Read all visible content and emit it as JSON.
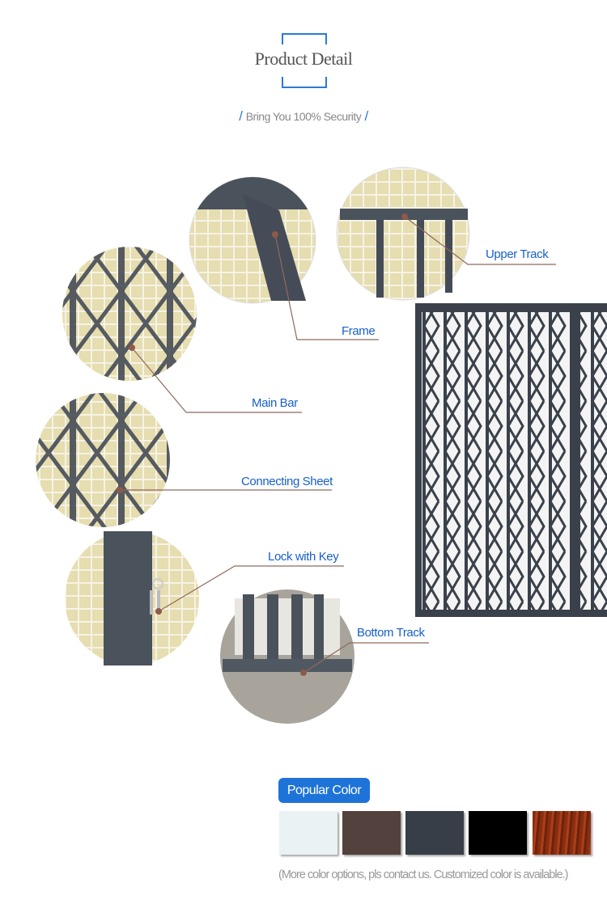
{
  "header": {
    "title": "Product Detail",
    "subtitle": "Bring You 100% Security",
    "accent": "#2a7ad6"
  },
  "callouts": [
    {
      "label": "Upper Track"
    },
    {
      "label": "Frame"
    },
    {
      "label": "Main Bar"
    },
    {
      "label": "Connecting Sheet"
    },
    {
      "label": "Lock with Key"
    },
    {
      "label": "Bottom Track"
    }
  ],
  "colors": {
    "title": "Popular Color",
    "swatches": [
      {
        "name": "white",
        "hex": "#eaf2f4"
      },
      {
        "name": "brown",
        "hex": "#52413d"
      },
      {
        "name": "dark-grey",
        "hex": "#383e47"
      },
      {
        "name": "black",
        "hex": "#000000"
      },
      {
        "name": "wood-grain",
        "hex": "#8a2e10"
      }
    ],
    "note": "(More color options, pls contact us. Customized color is available.)"
  }
}
